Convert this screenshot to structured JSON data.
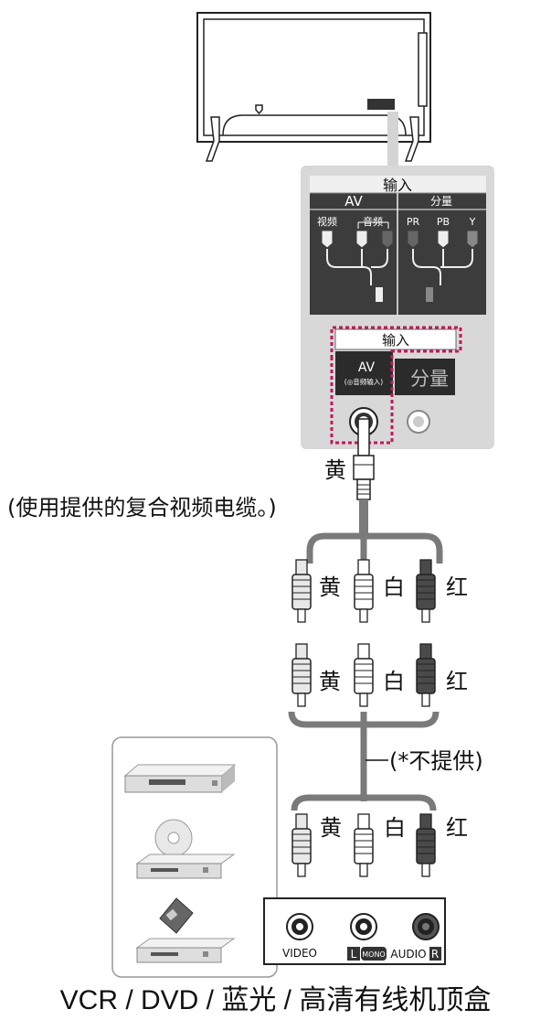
{
  "panel": {
    "input_title": "输入",
    "av_header": "AV",
    "component_header": "分量",
    "video_port": "视频",
    "audio_port": "音频",
    "pr_port": "PR",
    "pb_port": "PB",
    "y_port": "Y",
    "input_box_title": "输入",
    "av_jack_title": "AV",
    "av_jack_subtitle": "(◎音频输入)",
    "component_jack_title": "分量"
  },
  "cable": {
    "plug_color": "黄",
    "description": "(使用提供的复合视频电缆。)",
    "not_provided": "(*不提供)"
  },
  "colors": {
    "yellow": "黄",
    "white": "白",
    "red": "红",
    "yellow_hex": "#e8e8e8",
    "white_hex": "#ffffff",
    "red_hex": "#4a4a4a",
    "cable_hex": "#7a7a7a",
    "panel_hex": "#3c3c3c",
    "highlight_hex": "#c2185b"
  },
  "device_panel": {
    "video_label": "VIDEO",
    "l_label": "L",
    "mono_label": "MONO",
    "audio_label": "AUDIO",
    "r_label": "R"
  },
  "devices": {
    "icons": [
      "vcr-icon",
      "dvd-player-icon",
      "settop-box-icon"
    ]
  },
  "caption": "VCR / DVD / 蓝光 / 高清有线机顶盒"
}
